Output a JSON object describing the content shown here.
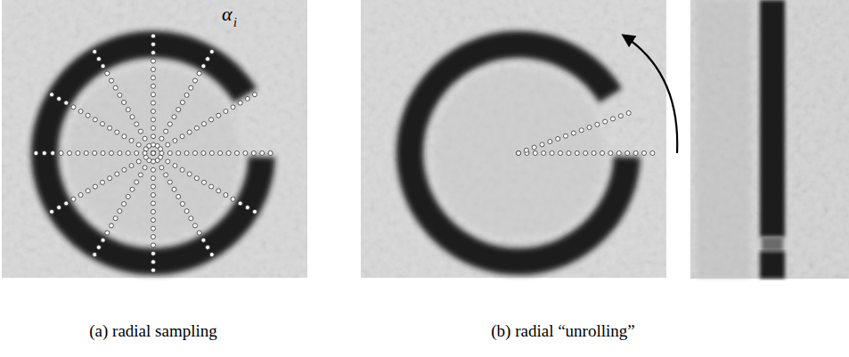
{
  "diagram": {
    "labels": [
      "α",
      "i",
      "(a) radial sampling",
      "(b) radial “unrolling”"
    ]
  }
}
